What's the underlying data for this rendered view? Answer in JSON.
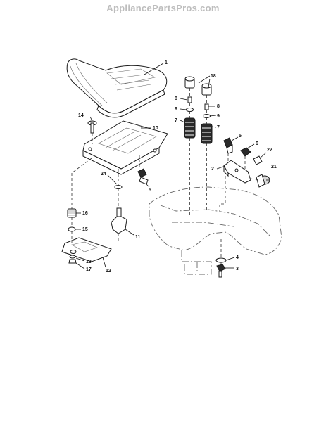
{
  "header": {
    "watermark": "AppliancePartsPros.com"
  },
  "callouts": [
    "1",
    "18",
    "8",
    "9",
    "7",
    "8",
    "9",
    "7",
    "14",
    "10",
    "5",
    "6",
    "22",
    "2",
    "21",
    "24",
    "5",
    "16",
    "15",
    "11",
    "13",
    "17",
    "12",
    "4",
    "3"
  ]
}
